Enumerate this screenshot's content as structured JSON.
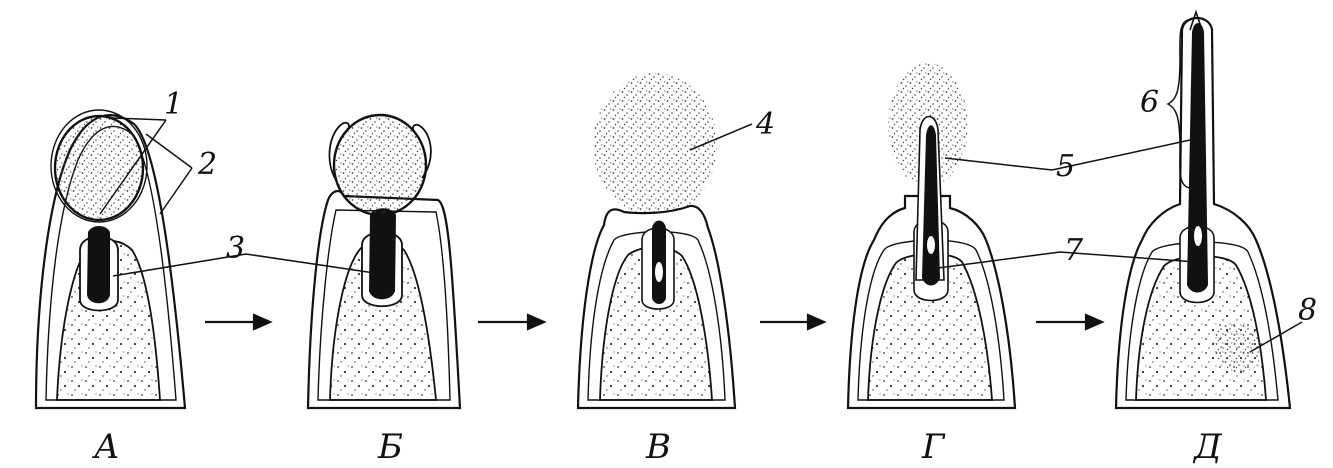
{
  "figure": {
    "stages": [
      {
        "label": "А"
      },
      {
        "label": "Б"
      },
      {
        "label": "В"
      },
      {
        "label": "Г"
      },
      {
        "label": "Д"
      }
    ],
    "callouts": [
      "1",
      "2",
      "3",
      "4",
      "5",
      "6",
      "7",
      "8"
    ],
    "colors": {
      "ink": "#111111",
      "paper": "#ffffff",
      "stipple": "#333333"
    }
  }
}
